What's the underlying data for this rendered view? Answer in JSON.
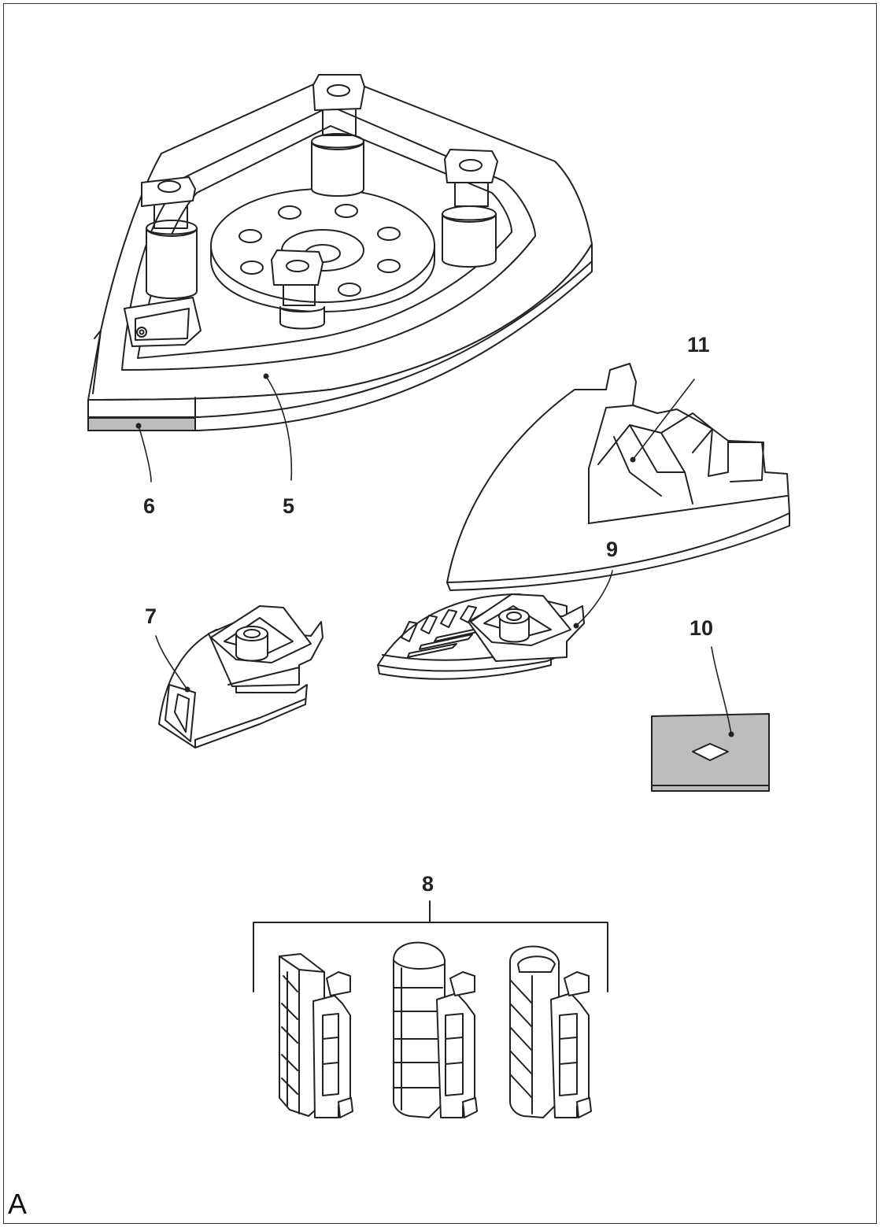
{
  "figure": {
    "letter": "A"
  },
  "callouts": {
    "c5": "5",
    "c6": "6",
    "c7": "7",
    "c8": "8",
    "c9": "9",
    "c10": "10",
    "c11": "11"
  },
  "colors": {
    "line": "#222222",
    "fill_light": "#ffffff",
    "fill_gray": "#bdbdbd"
  }
}
